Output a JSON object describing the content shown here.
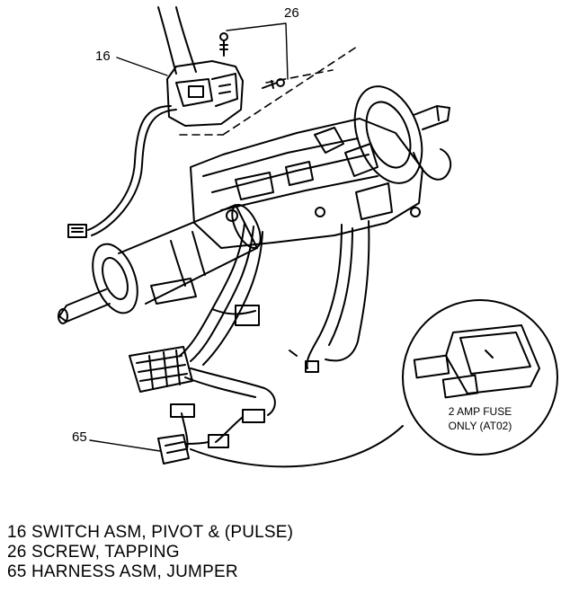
{
  "callouts": {
    "c16": "16",
    "c26": "26",
    "c65": "65"
  },
  "fuse_detail": {
    "line1": "2 AMP FUSE",
    "line2": "ONLY (AT02)"
  },
  "legend": [
    "16 SWITCH ASM, PIVOT & (PULSE)",
    "26 SCREW, TAPPING",
    "65 HARNESS ASM, JUMPER"
  ]
}
